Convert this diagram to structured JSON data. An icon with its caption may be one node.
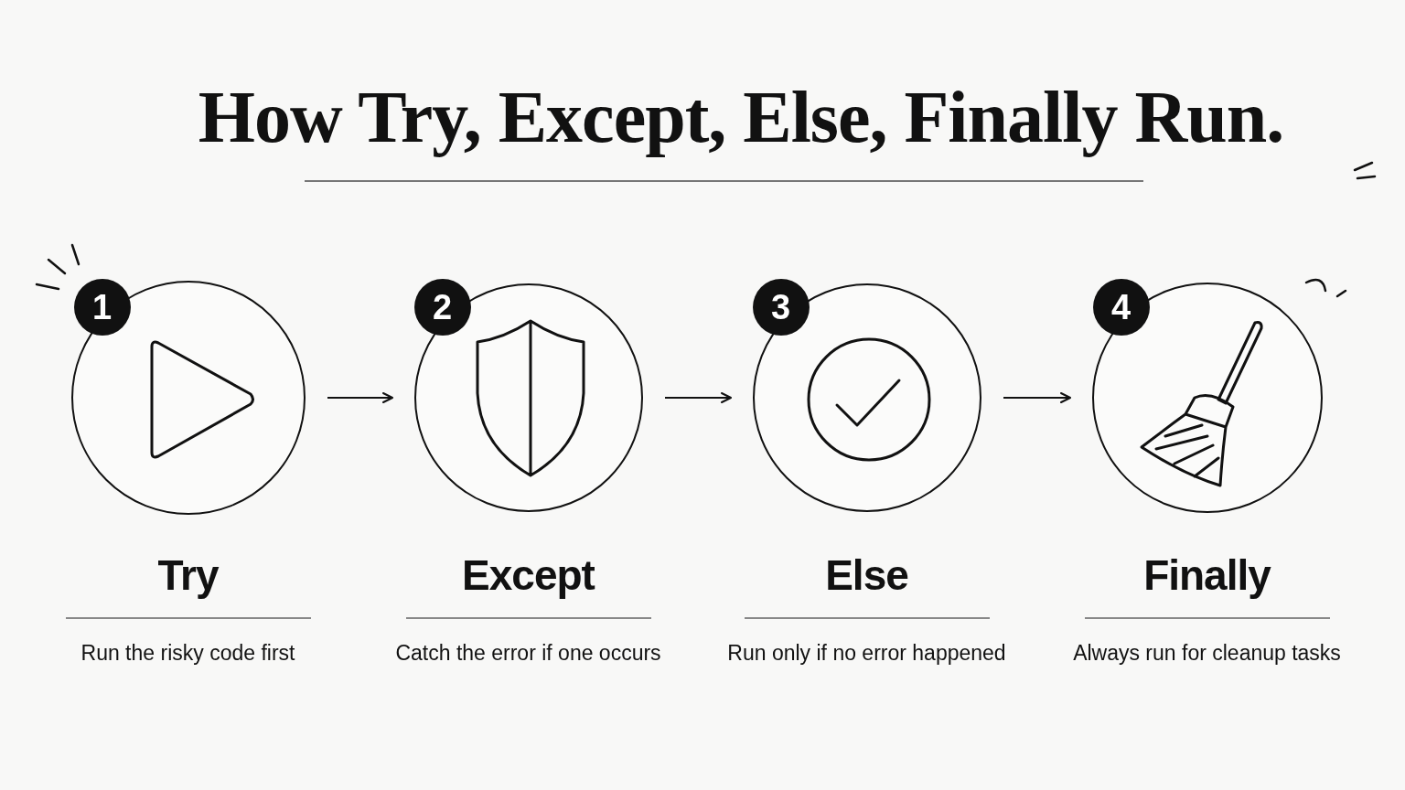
{
  "diagram": {
    "title": "How Try, Except, Else, Finally Run.",
    "nodes": [
      {
        "text": [
          "1",
          "Try",
          "Run the risky code first"
        ]
      },
      {
        "text": [
          "2",
          "Except",
          "Catch the error if one occurs"
        ]
      },
      {
        "text": [
          "3",
          "Else",
          "Run only if no error happened"
        ]
      },
      {
        "text": [
          "4",
          "Finally",
          "Always run for cleanup tasks"
        ]
      }
    ],
    "edges": [
      {
        "from": 0,
        "to": 1,
        "arrow": "to"
      },
      {
        "from": 1,
        "to": 2,
        "arrow": "to"
      },
      {
        "from": 2,
        "to": 3,
        "arrow": "to"
      }
    ]
  }
}
